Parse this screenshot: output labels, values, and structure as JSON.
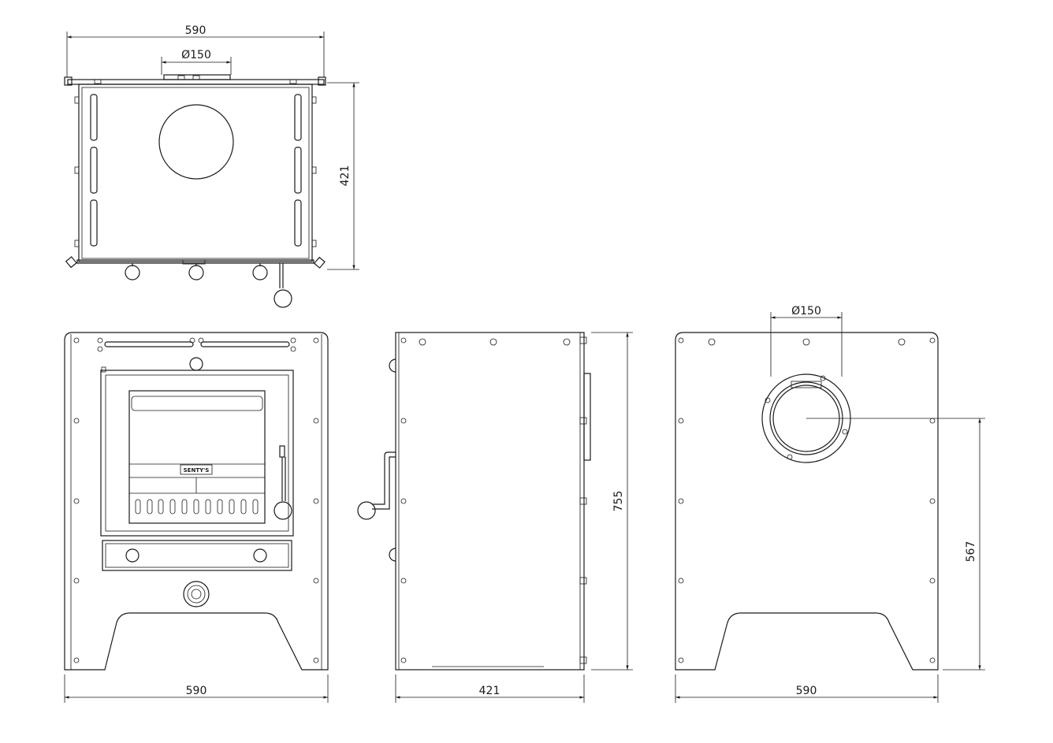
{
  "dimensions": {
    "top_width": "590",
    "top_flue_diameter": "Ø150",
    "top_depth": "421",
    "front_width": "590",
    "side_depth": "421",
    "side_height": "755",
    "rear_flue_diameter": "Ø150",
    "rear_width": "590",
    "rear_flue_height": "567"
  },
  "front_view": {
    "door_brand": "SENTY'S"
  }
}
